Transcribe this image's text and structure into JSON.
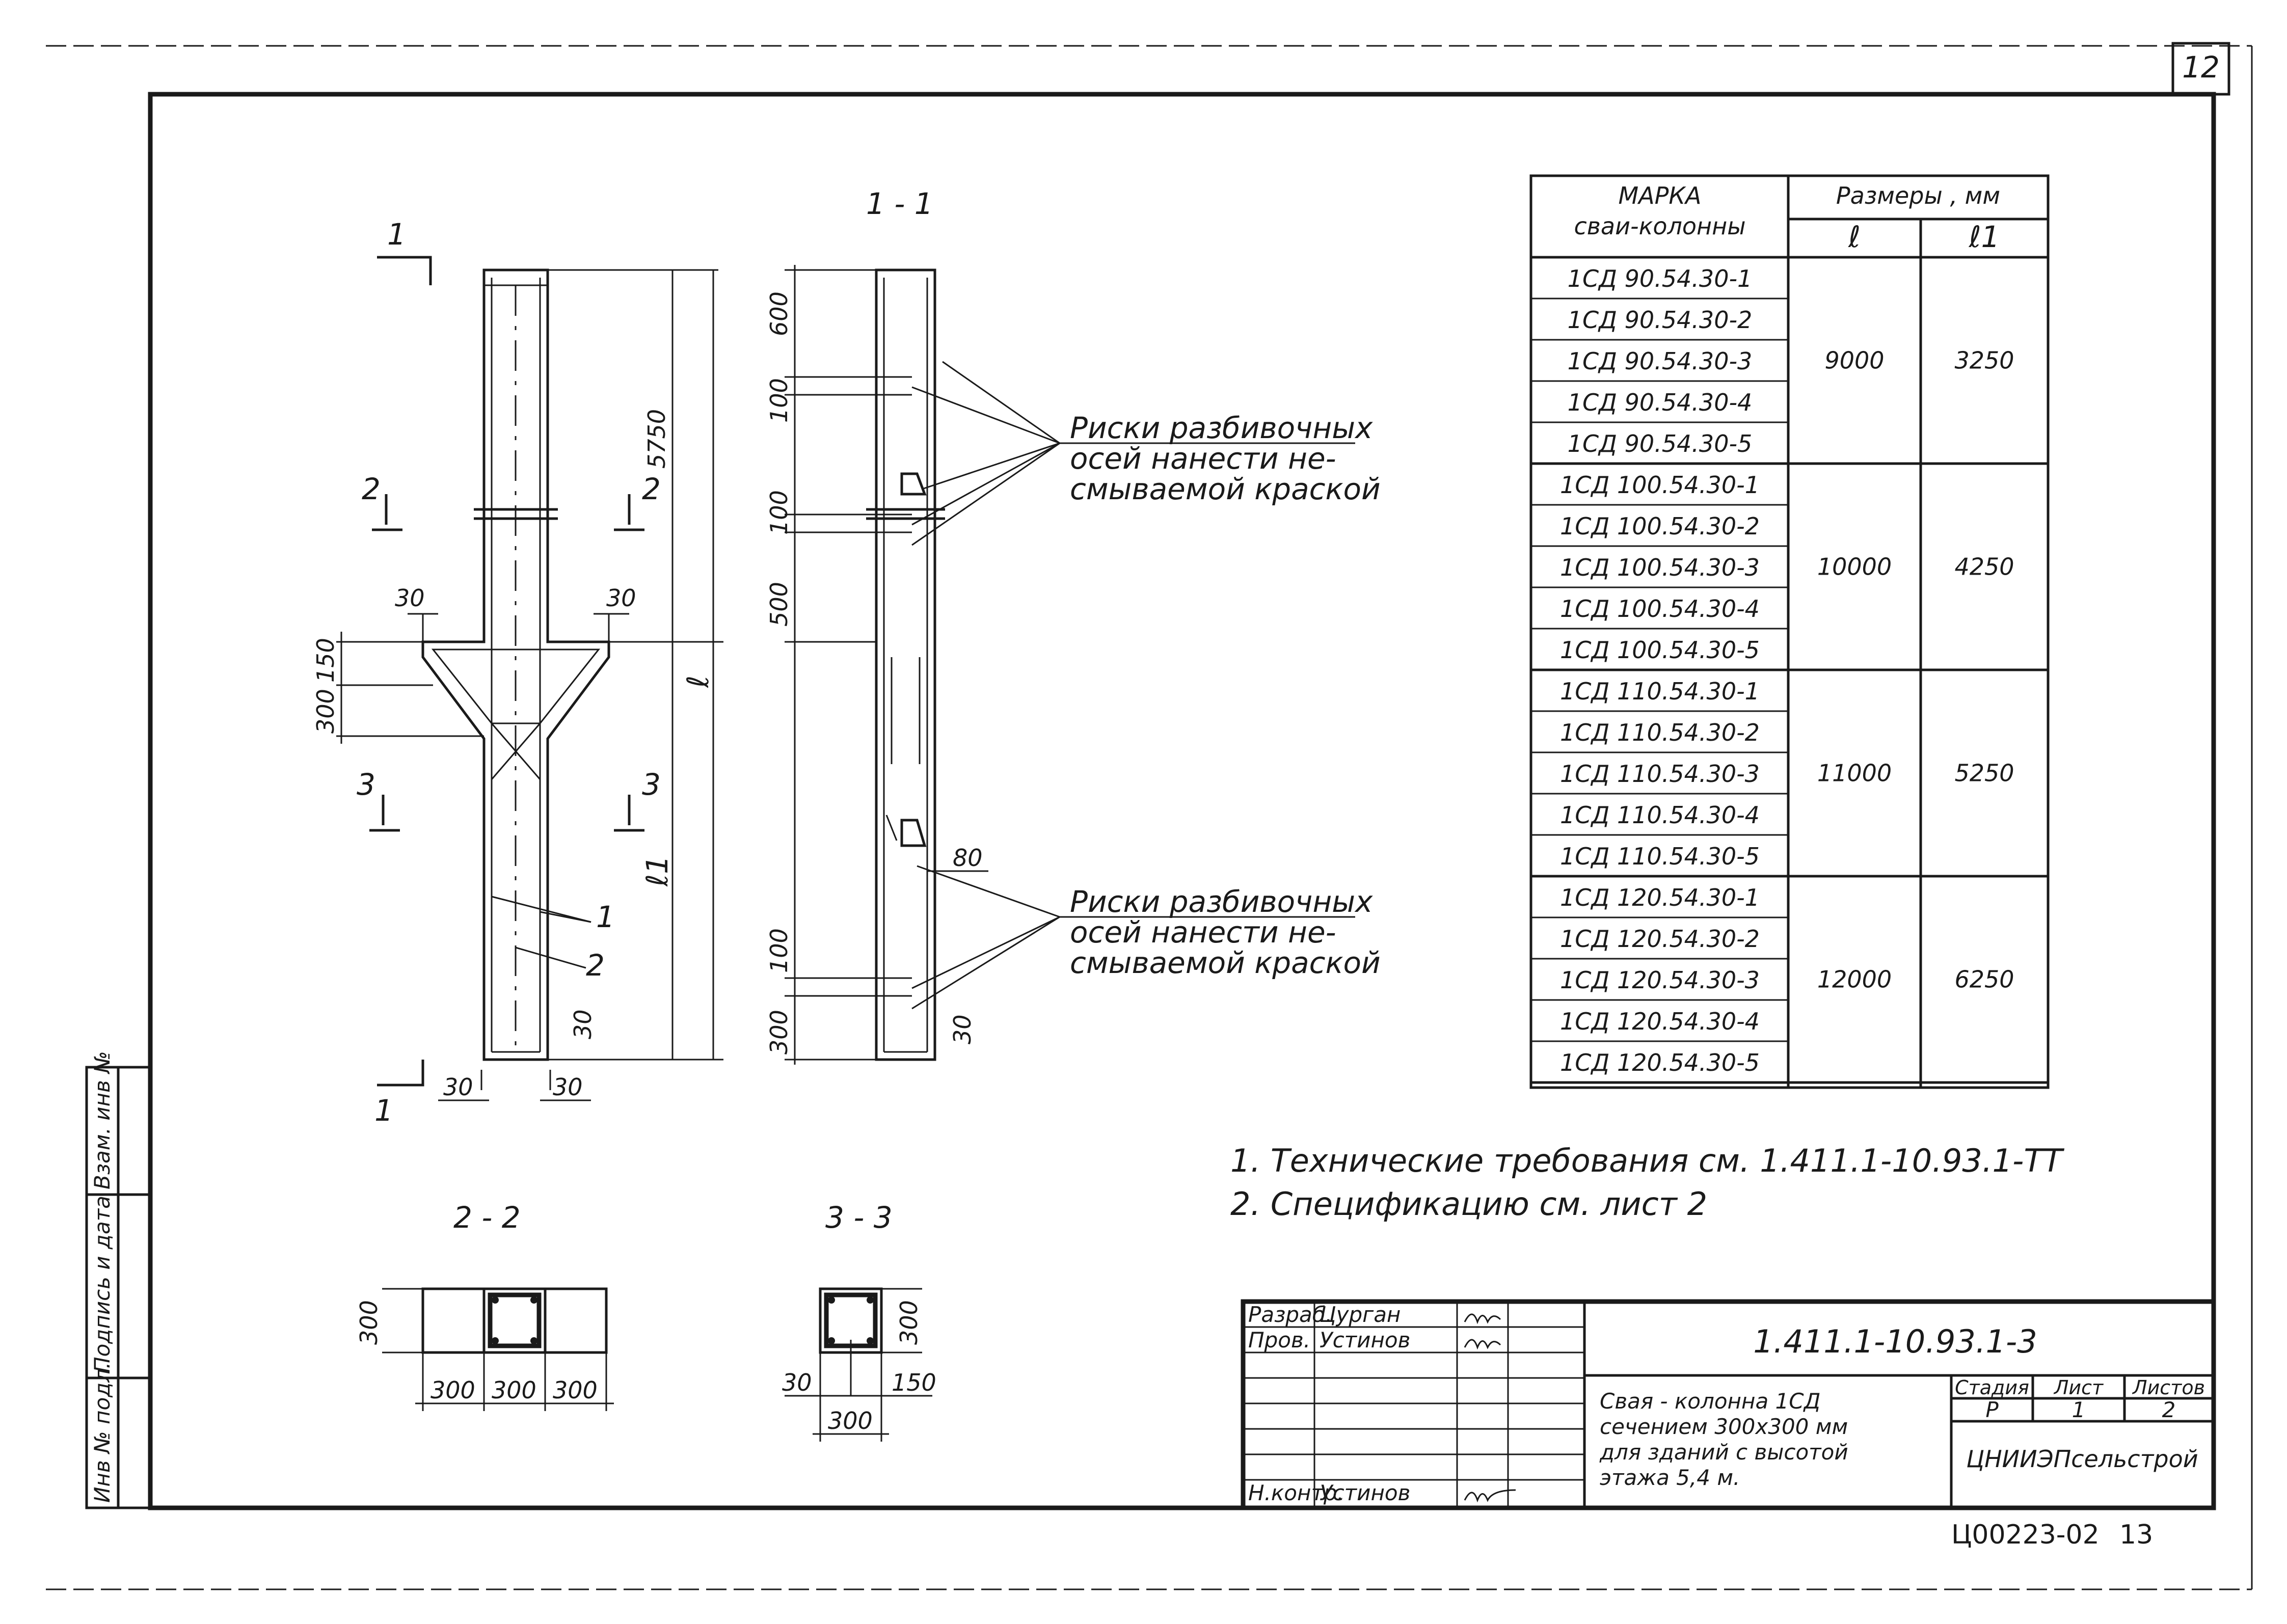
{
  "sheet": {
    "page_number": "12",
    "doc_code": "Ц00223-02",
    "doc_number": "13"
  },
  "side_stamp": [
    "Инв № подл.",
    "Подпись и дата",
    "Взам. инв №"
  ],
  "elevation": {
    "section_marks": {
      "s1": "1",
      "s2": "2",
      "s3": "3"
    },
    "dims": {
      "d5750": "5750",
      "dl": "ℓ",
      "dl1": "ℓ1",
      "d30a": "30",
      "d30b": "30",
      "d150": "150",
      "d300": "300",
      "d30c": "30",
      "d30d": "30",
      "d30e": "30"
    },
    "callouts": {
      "c1": "1",
      "c2": "2"
    }
  },
  "section_1_1": {
    "title": "1 - 1",
    "dims": {
      "d600": "600",
      "d100a": "100",
      "d100b": "100",
      "d500": "500",
      "d100c": "100",
      "d300": "300",
      "d80": "80",
      "d30": "30"
    },
    "note_top": [
      "Риски разбивочных",
      "осей нанести не-",
      "смываемой краской"
    ],
    "note_bottom": [
      "Риски разбивочных",
      "осей нанести не-",
      "смываемой краской"
    ]
  },
  "section_2_2": {
    "title": "2 - 2",
    "dims": {
      "h300": "300",
      "w1": "300",
      "w2": "300",
      "w3": "300"
    }
  },
  "section_3_3": {
    "title": "3 - 3",
    "dims": {
      "h300": "300",
      "d30": "30",
      "d150": "150",
      "w300": "300"
    }
  },
  "table": {
    "header": {
      "mark": "МАРКА",
      "mark_sub": "сваи-колонны",
      "sizes": "Размеры , мм",
      "l": "ℓ",
      "l1": "ℓ1"
    },
    "groups": [
      {
        "l": "9000",
        "l1": "3250",
        "marks": [
          "1СД 90.54.30-1",
          "1СД 90.54.30-2",
          "1СД 90.54.30-3",
          "1СД 90.54.30-4",
          "1СД 90.54.30-5"
        ]
      },
      {
        "l": "10000",
        "l1": "4250",
        "marks": [
          "1СД 100.54.30-1",
          "1СД 100.54.30-2",
          "1СД 100.54.30-3",
          "1СД 100.54.30-4",
          "1СД 100.54.30-5"
        ]
      },
      {
        "l": "11000",
        "l1": "5250",
        "marks": [
          "1СД 110.54.30-1",
          "1СД 110.54.30-2",
          "1СД 110.54.30-3",
          "1СД 110.54.30-4",
          "1СД 110.54.30-5"
        ]
      },
      {
        "l": "12000",
        "l1": "6250",
        "marks": [
          "1СД 120.54.30-1",
          "1СД 120.54.30-2",
          "1СД 120.54.30-3",
          "1СД 120.54.30-4",
          "1СД 120.54.30-5"
        ]
      }
    ]
  },
  "notes": [
    "1. Технические требования см. 1.411.1-10.93.1-ТТ",
    "2. Спецификацию см. лист 2"
  ],
  "title_block": {
    "designation": "1.411.1-10.93.1-3",
    "title_lines": [
      "Свая - колонна 1СД",
      "сечением 300х300 мм",
      "для зданий с высотой",
      "этажа 5,4 м."
    ],
    "role_1": "Разраб.",
    "name_1": "Цурган",
    "role_2": "Пров.",
    "name_2": "Устинов",
    "role_3": "Н.контр.",
    "name_3": "Устинов",
    "stage_label": "Стадия",
    "sheet_label": "Лист",
    "sheets_label": "Листов",
    "stage": "Р",
    "sheet": "1",
    "sheets": "2",
    "org": "ЦНИИЭПсельстрой"
  },
  "colors": {
    "ink": "#1a1a1a",
    "paper": "#ffffff"
  }
}
